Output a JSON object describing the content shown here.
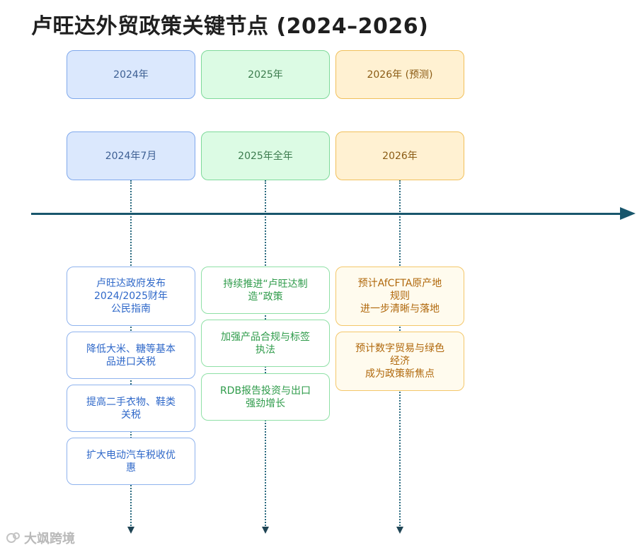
{
  "title": "卢旺达外贸政策关键节点 (2024–2026)",
  "columns": [
    {
      "year": "2024年",
      "period": "2024年7月",
      "items": [
        "卢旺达政府发布\n2024/2025财年\n公民指南",
        "降低大米、糖等基本\n品进口关税",
        "提高二手衣物、鞋类\n关税",
        "扩大电动汽车税收优\n惠"
      ]
    },
    {
      "year": "2025年",
      "period": "2025年全年",
      "items": [
        "持续推进“卢旺达制\n造”政策",
        "加强产品合规与标签\n执法",
        "RDB报告投资与出口\n强劲增长"
      ]
    },
    {
      "year": "2026年 (预测)",
      "period": "2026年",
      "items": [
        "预计AfCFTA原产地\n规则\n进一步清晰与落地",
        "预计数字贸易与绿色\n经济\n成为政策新焦点"
      ]
    }
  ],
  "watermark": "大飒跨境",
  "colors": {
    "timeline": "#18566c",
    "blue_accent": "#2f68c9",
    "green_accent": "#2e9b4a",
    "orange_accent": "#b0680c"
  }
}
